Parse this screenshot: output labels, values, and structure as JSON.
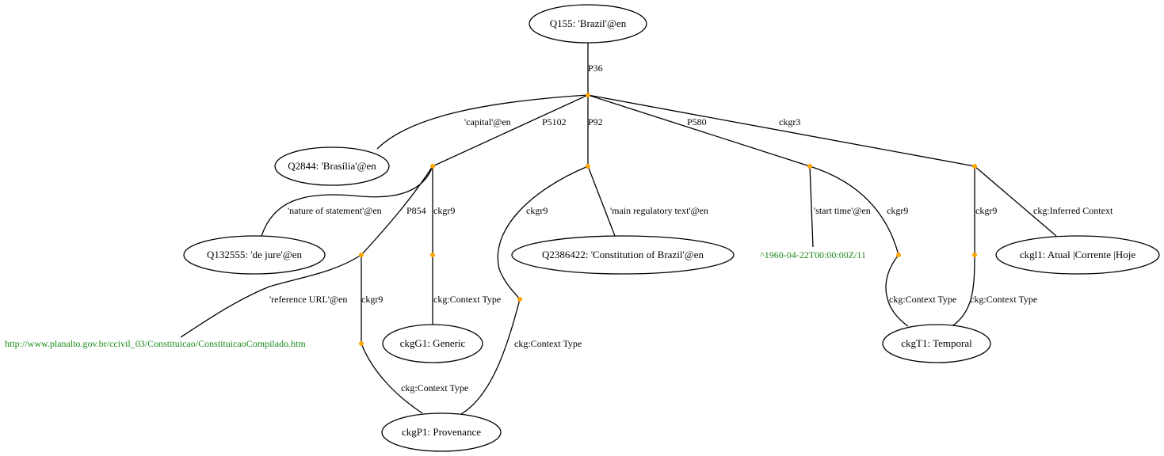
{
  "colors": {
    "literal": "#1a8a1a",
    "blank_node": "#ffa500",
    "stroke": "#000000"
  },
  "nodes": {
    "q155": "Q155: 'Brazil'@en",
    "q2844": "Q2844: 'Brasília'@en",
    "q132555": "Q132555: 'de jure'@en",
    "q2386422": "Q2386422: 'Constitution of Brazil'@en",
    "ckgl1": "ckgl1: Atual |Corrente |Hoje",
    "ckgG1": "ckgG1: Generic",
    "ckgT1": "ckgT1: Temporal",
    "ckgP1": "ckgP1: Provenance"
  },
  "literals": {
    "url": "http://www.planalto.gov.br/ccivil_03/Constituicao/ConstituicaoCompilado.htm",
    "date": "^1960-04-22T00:00:00Z/11"
  },
  "edge_labels": {
    "p36": "P36",
    "capital": "'capital'@en",
    "p5102": "P5102",
    "p92": "P92",
    "p580": "P580",
    "ckgr3": "ckgr3",
    "nature": "'nature of statement'@en",
    "p854": "P854",
    "ckgr9_a": "ckgr9",
    "ckgr9_b": "ckgr9",
    "main_reg": "'main regulatory text'@en",
    "start_time": "'start time'@en",
    "ckgr9_c": "ckgr9",
    "ckgr9_d": "ckgr9",
    "inferred": "ckg:Inferred Context",
    "ref_url": "'reference URL'@en",
    "ckgr9_e": "ckgr9",
    "ctx_type_g": "ckg:Context Type",
    "ctx_type_p2": "ckg:Context Type",
    "ctx_type_t1": "ckg:Context Type",
    "ctx_type_t2": "ckg:Context Type",
    "ctx_type_p1": "ckg:Context Type"
  }
}
